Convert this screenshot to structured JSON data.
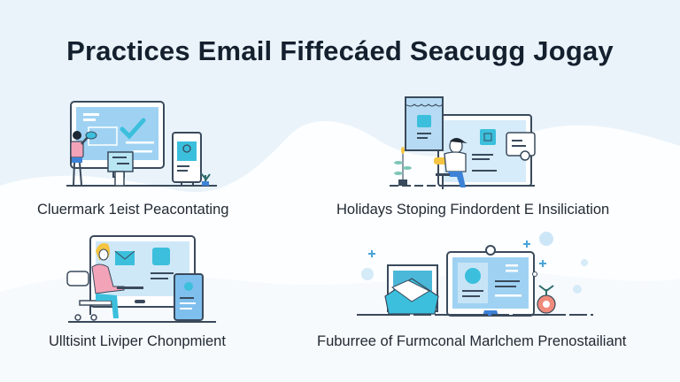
{
  "title": "Practices Email Fiffecáed Seacugg Jogay",
  "colors": {
    "background": "#eaf3fa",
    "wave": "#ffffff",
    "title": "#14202e",
    "screen": "#9fd2f2",
    "accent_teal": "#3bbfdc",
    "outline": "#3a4a5c",
    "shirt_pink": "#f3a3b8",
    "jeans_blue": "#3d82d6"
  },
  "panels": [
    {
      "id": "top-left",
      "caption": "Cluermark 1eist Peacontating",
      "illustration": "person-at-monitor-with-checkmark-and-phone"
    },
    {
      "id": "top-right",
      "caption": "Holidays Stoping Findordent E Insiliciation",
      "illustration": "person-sitting-on-stool-at-laptop-with-envelope"
    },
    {
      "id": "bottom-left",
      "caption": "Ulltisint Liviper Chonpmient",
      "illustration": "woman-at-desk-with-email-screen-and-tablet"
    },
    {
      "id": "bottom-right",
      "caption": "Fuburree of Furmconal Marlchem Prenostailiant",
      "illustration": "monitor-with-webcam-and-open-envelope"
    }
  ]
}
